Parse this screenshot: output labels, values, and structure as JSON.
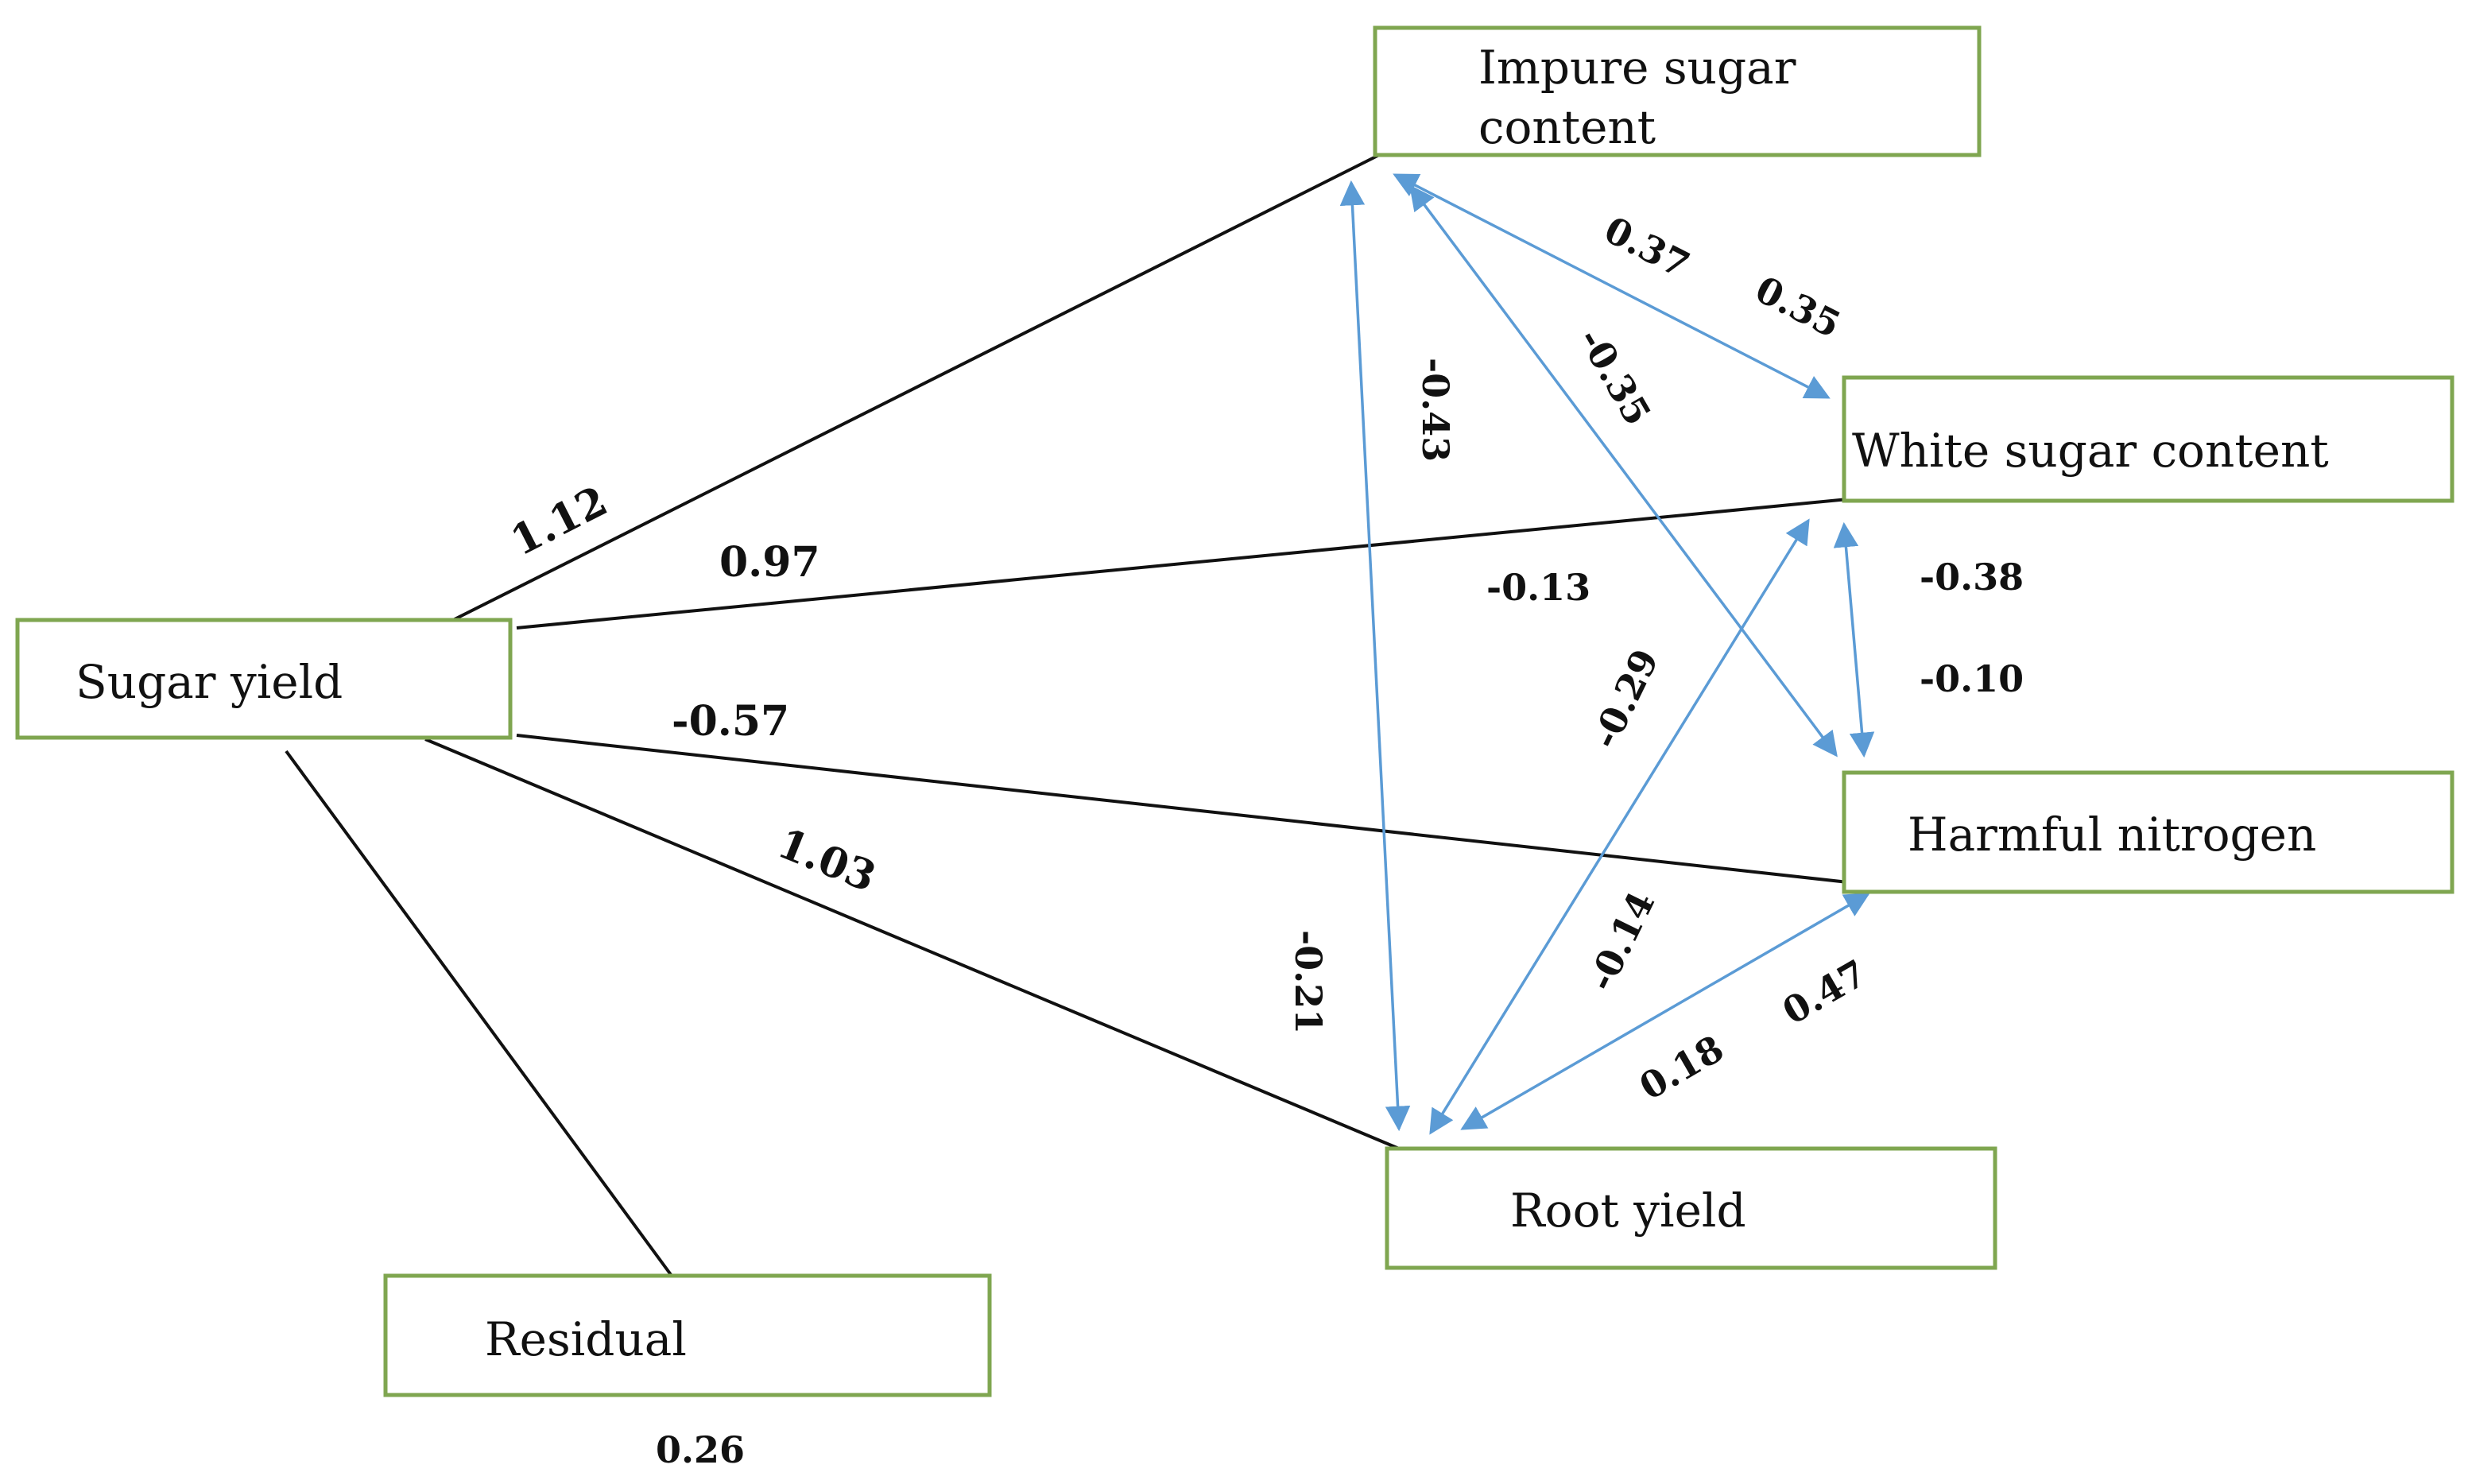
{
  "nodes": {
    "impure_sugar": {
      "line1": "Impure sugar",
      "line2": "content"
    },
    "white_sugar": {
      "label": "White sugar content"
    },
    "sugar_yield": {
      "label": "Sugar yield"
    },
    "harmful_nitrogen": {
      "label": "Harmful nitrogen"
    },
    "root_yield": {
      "label": "Root yield"
    },
    "residual": {
      "label": "Residual",
      "value": "0.26"
    }
  },
  "direct_effects": {
    "impure_sugar": "1.12",
    "white_sugar": "0.97",
    "harmful_nitrogen": "-0.57",
    "root_yield": "1.03"
  },
  "correlations": {
    "impure_white_a": "0.37",
    "impure_white_b": "0.35",
    "impure_root": "-0.43",
    "impure_nitrogen": "-0.35",
    "white_mid": "-0.13",
    "white_nitrogen_a": "-0.38",
    "white_nitrogen_b": "-0.10",
    "root_white_a": "-0.29",
    "root_white_b": "-0.14",
    "root_impure": "-0.21",
    "root_nitrogen_a": "0.18",
    "root_nitrogen_b": "0.47"
  },
  "colors": {
    "box_border": "#7fa650",
    "arrow": "#5b9bd5",
    "line": "#111111"
  }
}
